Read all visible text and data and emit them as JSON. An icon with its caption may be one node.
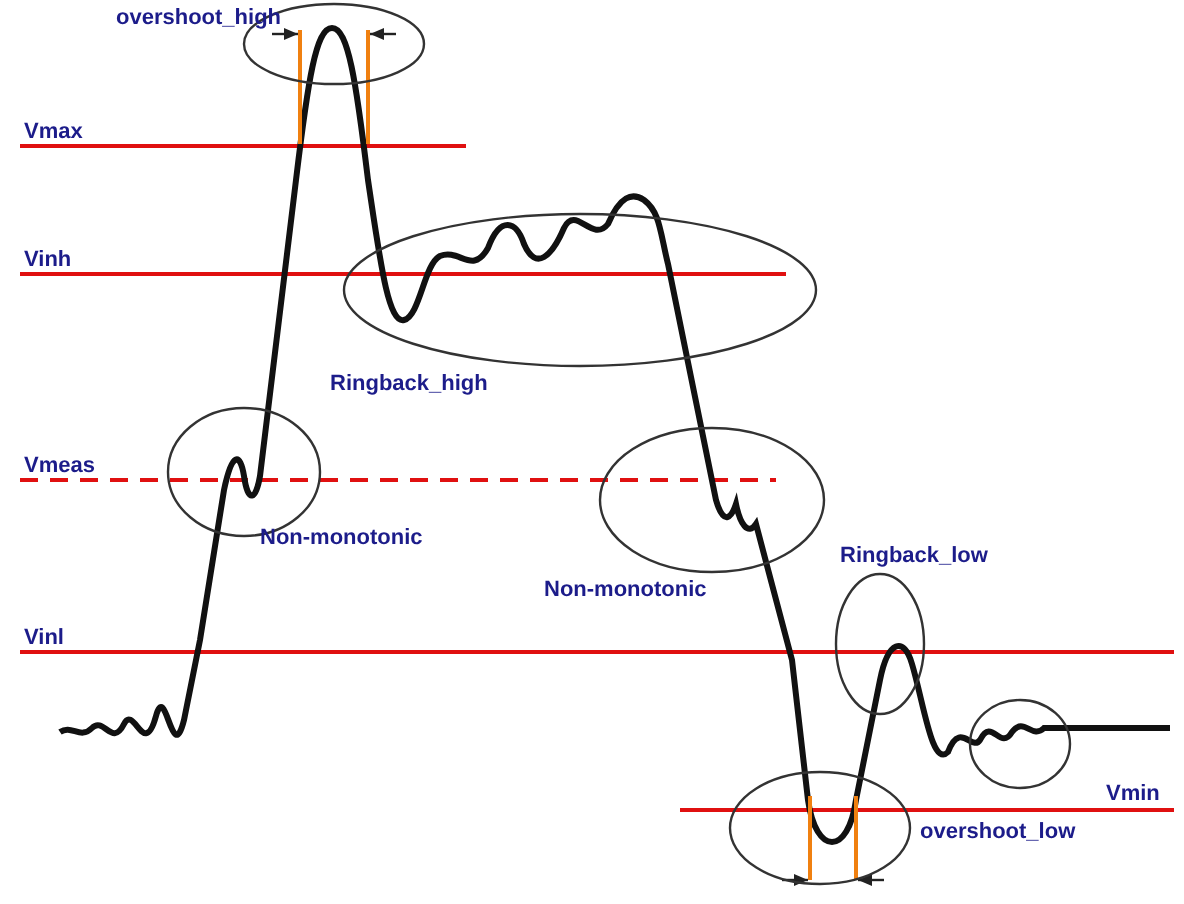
{
  "diagram": {
    "nodes": [
      {
        "text": [
          "overshoot_high"
        ]
      },
      {
        "text": [
          "Ringback_high"
        ]
      },
      {
        "text": [
          "Non-monotonic"
        ]
      },
      {
        "text": [
          "Non-monotonic"
        ]
      },
      {
        "text": [
          "Ringback_low"
        ]
      },
      {
        "text": [],
        "shape": "ellipse"
      },
      {
        "text": [
          "overshoot_low"
        ]
      }
    ],
    "labels": [
      "Vmax",
      "Vinh",
      "Vmeas",
      "Vinl",
      "Vmin"
    ]
  }
}
